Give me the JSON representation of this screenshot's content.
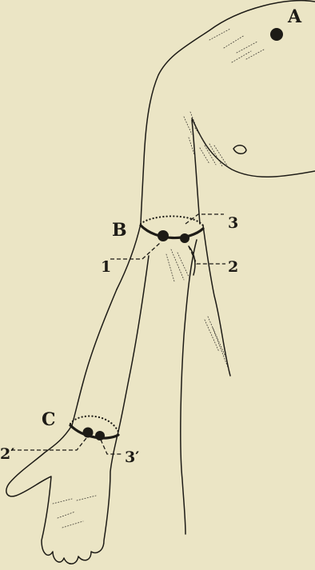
{
  "labels": {
    "a": "A",
    "b": "B",
    "c": "C",
    "one": "1",
    "two": "2",
    "three": "3",
    "two_prime": "2′",
    "three_prime": "3′"
  },
  "colors": {
    "paper": "#ebe5c5",
    "ink": "#1d1b16"
  }
}
